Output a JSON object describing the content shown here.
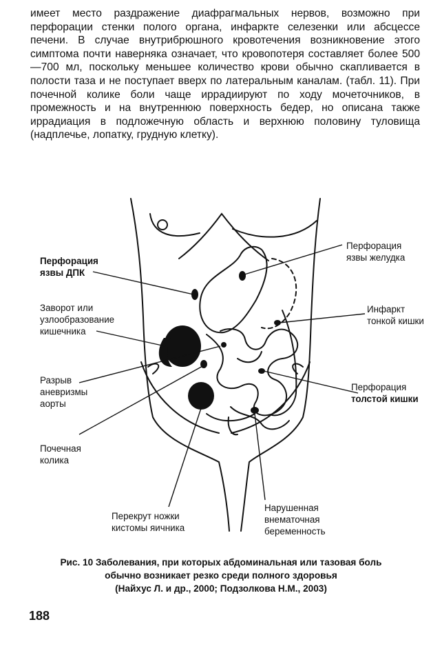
{
  "body_text": "имеет место раздражение диафрагмальных нервов, возможно при перфорации стенки полого органа, инфаркте селезенки или абсцессе печени. В случае внутрибрюшного кровотечения возникновение этого симптома почти наверняка означает, что кровопотеря составляет более 500—700 мл, поскольку меньшее количество крови обычно скапливается в полости таза и не поступает вверх по латеральным каналам. (табл. 11). При почечной колике боли чаще иррадиируют по ходу мочеточников, в промежность и на внутреннюю поверхность бедер, но описана также иррадиация в подложечную область и верхнюю половину туловища (надплечье, лопатку, грудную клетку).",
  "figure_labels": {
    "duodenal_ulcer": [
      "Перфорация",
      "язвы ДПК"
    ],
    "gastric_ulcer": [
      "Перфорация",
      "язвы желудка"
    ],
    "volvulus": [
      "Заворот или",
      "узлообразование",
      "кишечника"
    ],
    "small_bowel_infarction": [
      "Инфаркт",
      "тонкой кишки"
    ],
    "aortic_aneurysm": [
      "Разрыв",
      "аневризмы",
      "аорты"
    ],
    "colon_perforation": [
      "Перфорация",
      "толстой кишки"
    ],
    "renal_colic": [
      "Почечная",
      "колика"
    ],
    "ovarian_torsion": [
      "Перекрут ножки",
      "кистомы яичника"
    ],
    "ectopic_pregnancy": [
      "Нарушенная",
      "внематочная",
      "беременность"
    ]
  },
  "caption": {
    "line1": "Рис. 10 Заболевания, при которых абдоминальная или тазовая боль",
    "line2": "обычно возникает резко среди полного здоровья",
    "line3": "(Найхус Л. и др., 2000; Подзолкова Н.М., 2003)"
  },
  "page_number": "188"
}
